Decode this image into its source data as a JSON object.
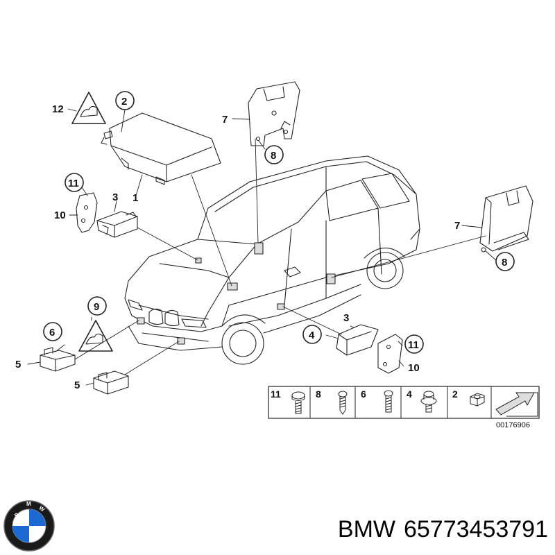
{
  "callouts": {
    "c12": "12",
    "c2a": "2",
    "c1": "1",
    "c11a": "11",
    "c10a": "10",
    "c3a": "3",
    "c7a": "7",
    "c8a": "8",
    "c7b": "7",
    "c8b": "8",
    "c9": "9",
    "c6": "6",
    "c5a": "5",
    "c5b": "5",
    "c3b": "3",
    "c4": "4",
    "c11b": "11",
    "c10b": "10"
  },
  "parts_table": {
    "cells": [
      "11",
      "8",
      "6",
      "4",
      "2"
    ]
  },
  "reference_code": "00176906",
  "caption": {
    "brand": "BMW",
    "part_number": "65773453791"
  },
  "logo": {
    "text": "BMW",
    "colors": {
      "blue": "#1c69d4",
      "white": "#ffffff",
      "black": "#111111"
    }
  }
}
